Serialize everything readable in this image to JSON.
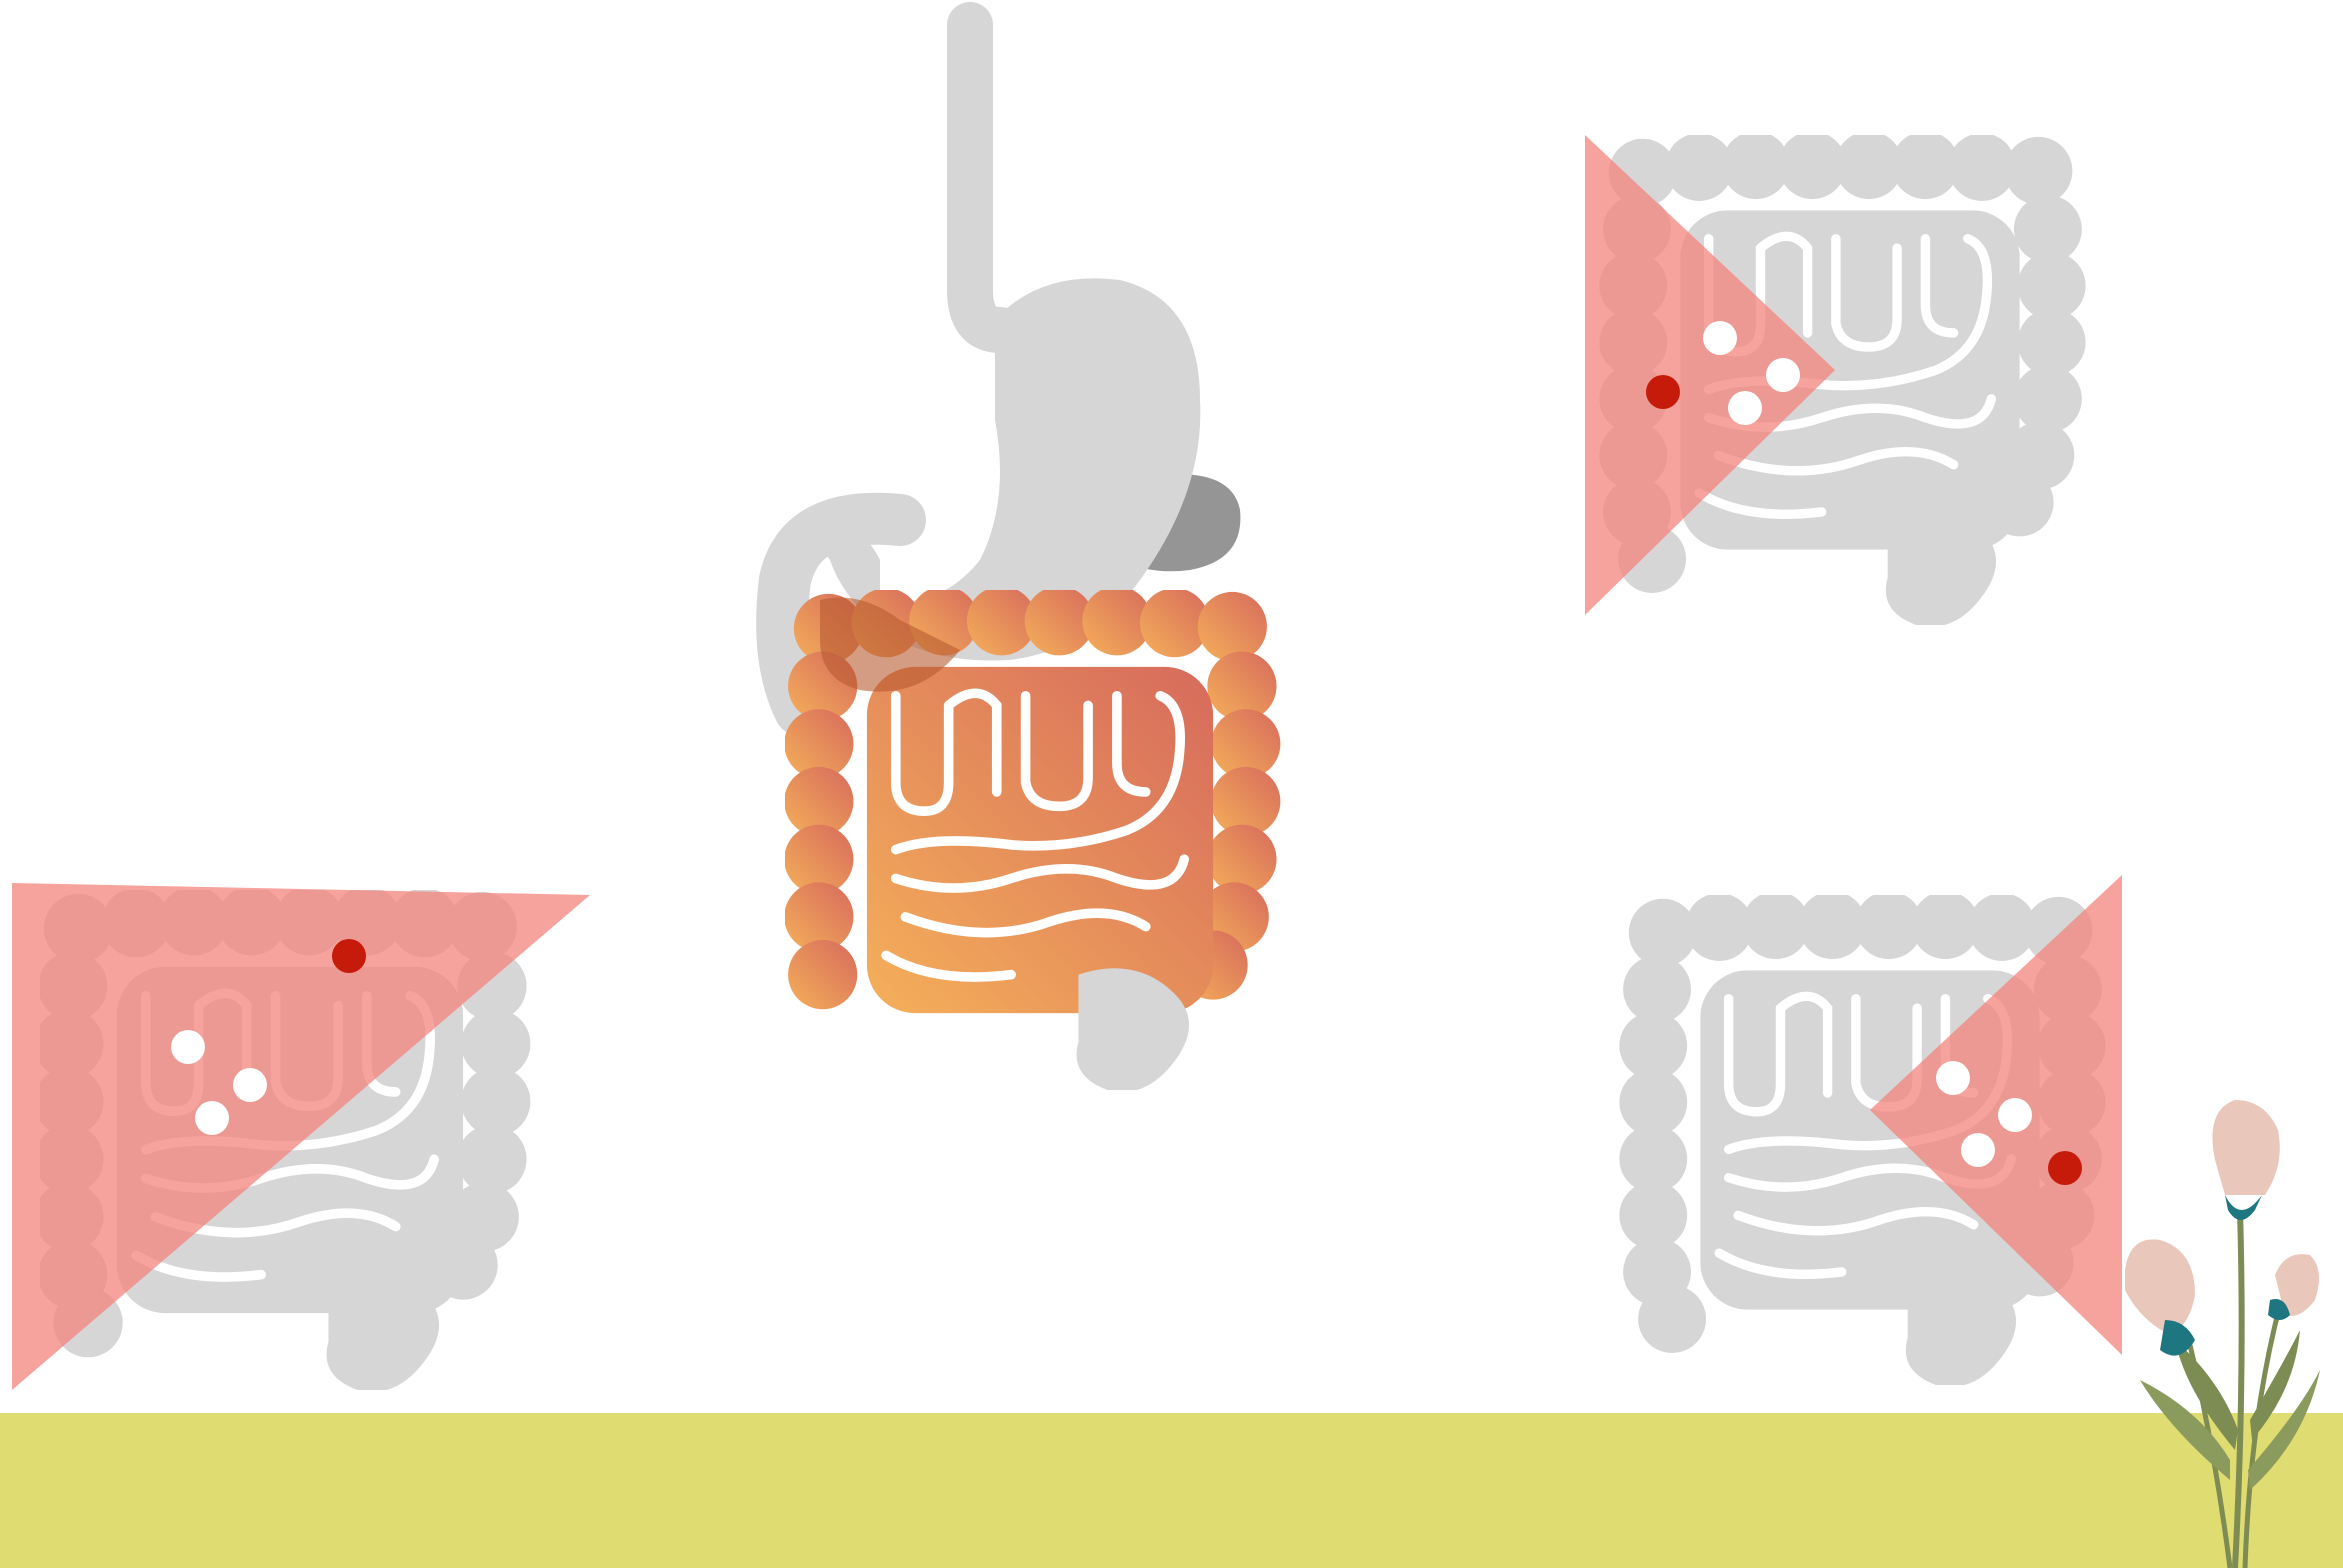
{
  "colors": {
    "background": "#ffffff",
    "ground": "#dfdc72",
    "organ_gray": "#d6d6d6",
    "organ_dark_gray": "#959595",
    "intestine_gradient_start": "#f5b05a",
    "intestine_gradient_end": "#d66a5c",
    "highlight_triangle": "#f3837c",
    "lesion_red": "#c61a0b",
    "marker_white": "#ffffff",
    "flower_petal": "#eac7bb",
    "flower_center": "#1e7681",
    "stem_green": "#7d8c53"
  },
  "figures": {
    "main": {
      "name": "digestive-system",
      "stomach": "gray",
      "intestines": "orange-gradient"
    },
    "colon_views": [
      {
        "name": "colon-top-right",
        "highlight": "left-triangle",
        "white_markers": 3,
        "red_markers": 1
      },
      {
        "name": "colon-bottom-left",
        "highlight": "upper-left-triangle",
        "white_markers": 3,
        "red_markers": 1
      },
      {
        "name": "colon-bottom-right",
        "highlight": "right-triangle",
        "white_markers": 3,
        "red_markers": 1
      }
    ]
  },
  "decoration": {
    "icon": "flower-icon",
    "blooms": 3
  }
}
